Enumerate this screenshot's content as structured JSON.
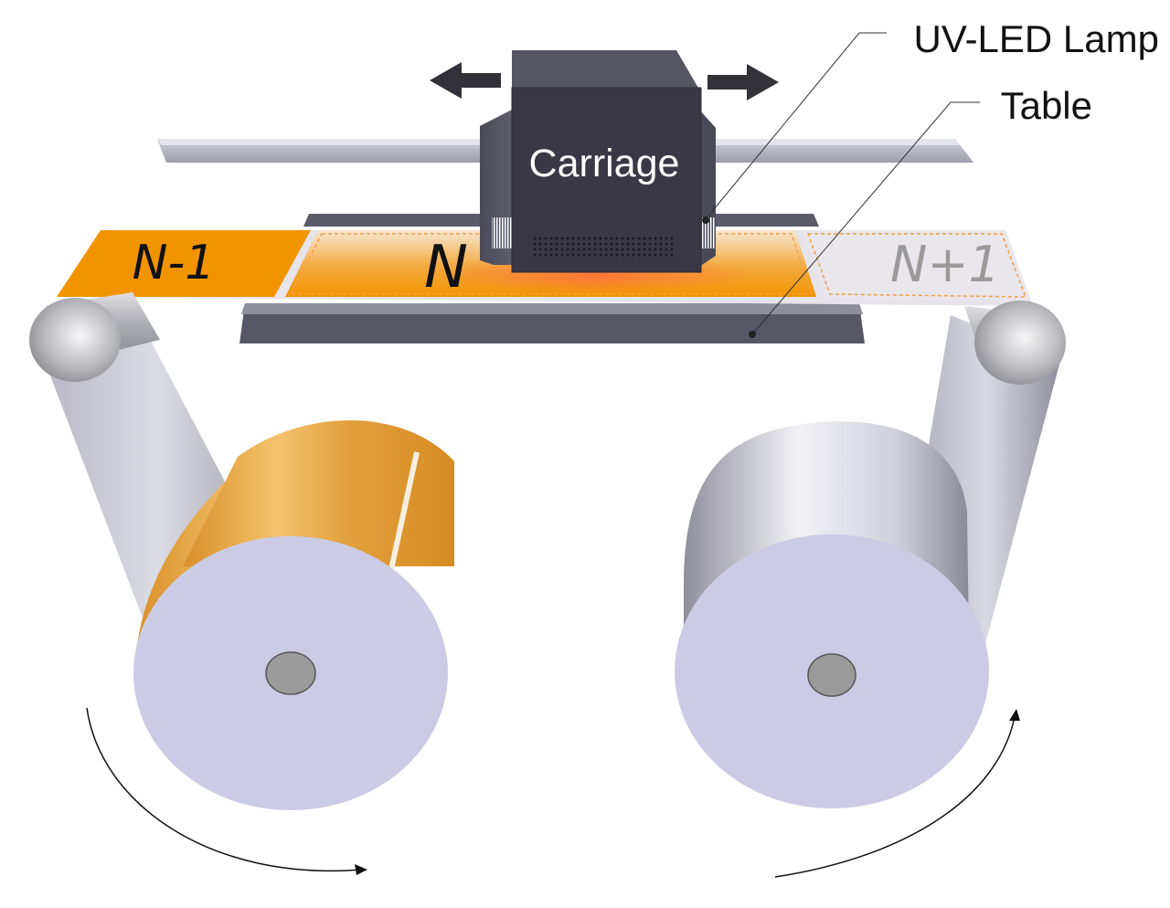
{
  "labels": {
    "uv_led_lamp": "UV-LED Lamp",
    "table": "Table",
    "carriage": "Carriage",
    "frame_prev": "N-1",
    "frame_current": "N",
    "frame_next": "N+1"
  },
  "colors": {
    "accent_orange": "#f29400",
    "carriage_dark": "#3a3844",
    "roll_face": "#cbcbe6",
    "rail_gray": "#b4b4c2",
    "table_dark": "#555566",
    "next_frame_light": "#e9e7ec"
  },
  "icons": {
    "carriage_motion": [
      "arrow-left-icon",
      "arrow-right-icon"
    ],
    "roll_rotation": [
      "curved-arrow-icon",
      "curved-arrow-icon"
    ]
  }
}
